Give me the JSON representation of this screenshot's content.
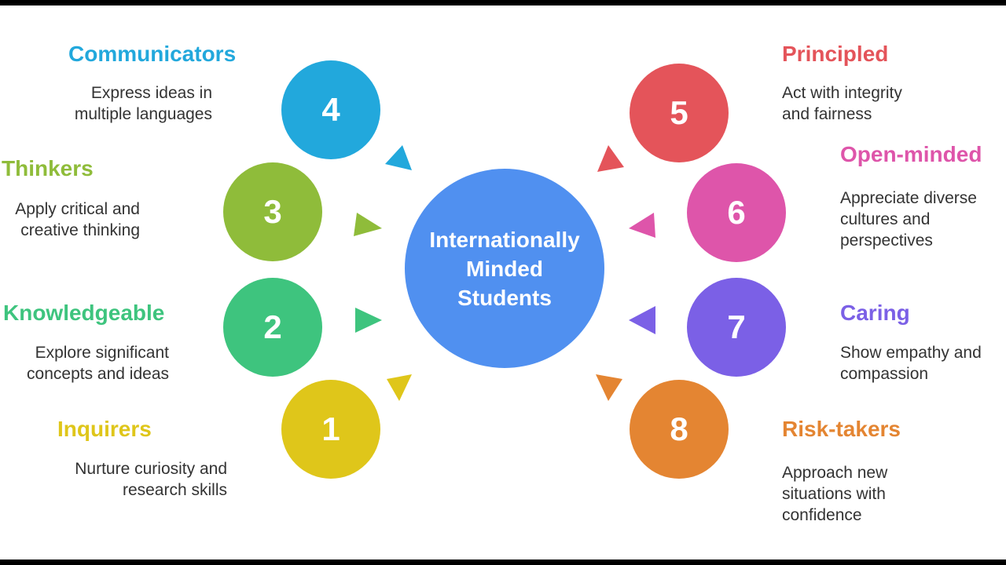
{
  "center": {
    "text": "Internationally Minded Students",
    "color": "#5090f0"
  },
  "nodes": [
    {
      "number": "1",
      "title": "Inquirers",
      "desc": [
        "Nurture curiosity and",
        "research skills"
      ],
      "color": "#dfc61a"
    },
    {
      "number": "2",
      "title": "Knowledgeable",
      "desc": [
        "Explore significant",
        "concepts and ideas"
      ],
      "color": "#3ec47e"
    },
    {
      "number": "3",
      "title": "Thinkers",
      "desc": [
        "Apply critical and",
        "creative thinking"
      ],
      "color": "#8fbc3a"
    },
    {
      "number": "4",
      "title": "Communicators",
      "desc": [
        "Express ideas in",
        "multiple languages"
      ],
      "color": "#22a8dc"
    },
    {
      "number": "5",
      "title": "Principled",
      "desc": [
        "Act with integrity",
        "and fairness"
      ],
      "color": "#e4545a"
    },
    {
      "number": "6",
      "title": "Open-minded",
      "desc": [
        "Appreciate diverse",
        "cultures and",
        "perspectives"
      ],
      "color": "#de55aa"
    },
    {
      "number": "7",
      "title": "Caring",
      "desc": [
        "Show empathy and",
        "compassion"
      ],
      "color": "#7b60e6"
    },
    {
      "number": "8",
      "title": "Risk-takers",
      "desc": [
        "Approach new",
        "situations with",
        "confidence"
      ],
      "color": "#e48532"
    }
  ]
}
